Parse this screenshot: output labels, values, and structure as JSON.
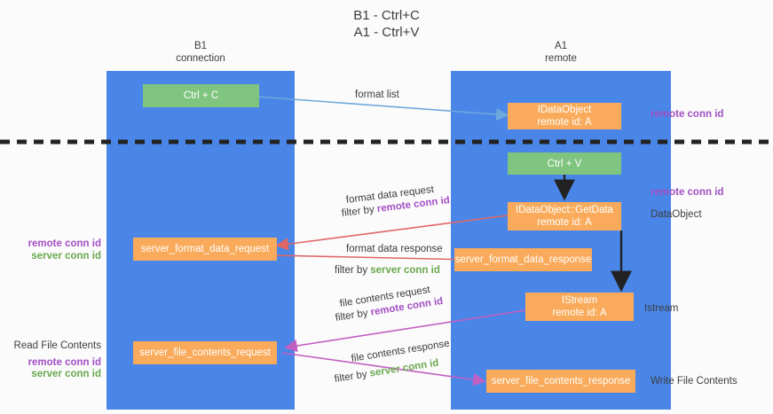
{
  "title": {
    "line1": "B1 - Ctrl+C",
    "line2": "A1 - Ctrl+V"
  },
  "columns": {
    "left": {
      "name": "B1",
      "role": "connection"
    },
    "right": {
      "name": "A1",
      "role": "remote"
    }
  },
  "colors": {
    "lane": "#4a86e8",
    "node_green": "#7fc47f",
    "node_orange": "#f9ab5b",
    "remote_conn_id": "#a24fc4",
    "server_conn_id": "#6aa84f",
    "arrow_blue": "#6fa8dc",
    "arrow_red": "#e06666",
    "arrow_purple": "#c25fc2",
    "arrow_black": "#222222",
    "divider": "#222222",
    "background": "#fbfbfb"
  },
  "nodes": {
    "ctrl_c": {
      "label": "Ctrl + C"
    },
    "ctrl_v": {
      "label": "Ctrl + V"
    },
    "idataobject": {
      "line1": "IDataObject",
      "line2": "remote id: A"
    },
    "getdata": {
      "line1": "IDataObject::GetData",
      "line2": "remote id: A"
    },
    "istream": {
      "line1": "IStream",
      "line2": "remote id: A"
    },
    "server_format_data_request": {
      "label": "server_format_data_request"
    },
    "server_format_data_response": {
      "label": "server_format_data_response"
    },
    "server_file_contents_request": {
      "label": "server_file_contents_request"
    },
    "server_file_contents_response": {
      "label": "server_file_contents_response"
    }
  },
  "edge_labels": {
    "format_list": "format list",
    "format_data_request": "format data request",
    "format_data_request_filter_prefix": "filter by ",
    "format_data_request_filter_key": "remote conn id",
    "format_data_response": "format data response",
    "format_data_response_filter_prefix": "filter by ",
    "format_data_response_filter_key": "server conn id",
    "file_contents_request": "file contents request",
    "file_contents_request_filter_prefix": "filter by ",
    "file_contents_request_filter_key": "remote conn id",
    "file_contents_response": "file contents response",
    "file_contents_response_filter_prefix": "filter by ",
    "file_contents_response_filter_key": "server conn id"
  },
  "right_annotations": {
    "remote_conn_id_top": "remote conn id",
    "remote_conn_id_mid": "remote conn id",
    "dataobject": "DataObject",
    "istream": "Istream",
    "write_file_contents": "Write File Contents"
  },
  "left_annotations": {
    "remote_conn_id_mid": "remote conn id",
    "server_conn_id_mid": "server conn id",
    "read_file_contents": "Read File Contents",
    "remote_conn_id_bottom": "remote conn id",
    "server_conn_id_bottom": "server conn id"
  }
}
